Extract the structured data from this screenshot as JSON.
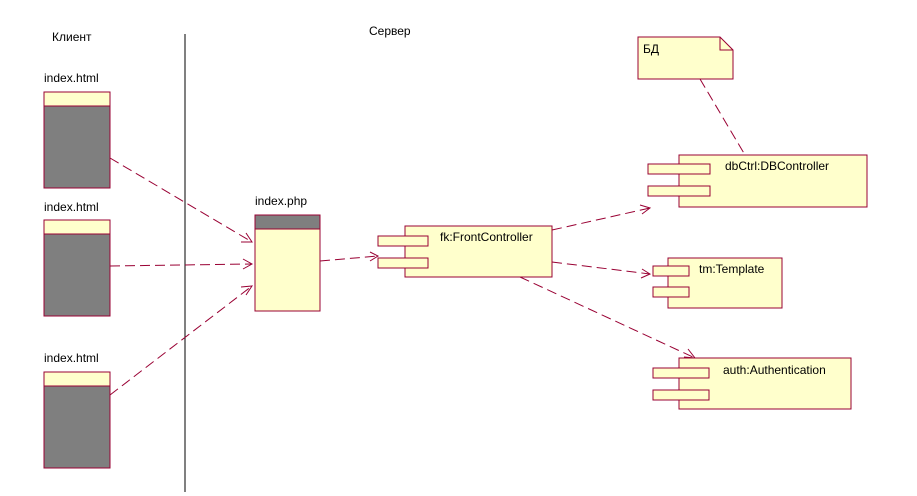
{
  "swimlanes": {
    "client": "Клиент",
    "server": "Сервер"
  },
  "client_pages": [
    {
      "label": "index.html"
    },
    {
      "label": "index.html"
    },
    {
      "label": "index.html"
    }
  ],
  "server_page": {
    "label": "index.php"
  },
  "components": {
    "front_controller": "fk:FrontController",
    "db_controller": "dbCtrl:DBController",
    "template": "tm:Template",
    "authentication": "auth:Authentication"
  },
  "note": {
    "label": "БД"
  },
  "colors": {
    "fill": "#ffffcc",
    "stroke": "#990033",
    "page_body": "#7f7f7f"
  }
}
